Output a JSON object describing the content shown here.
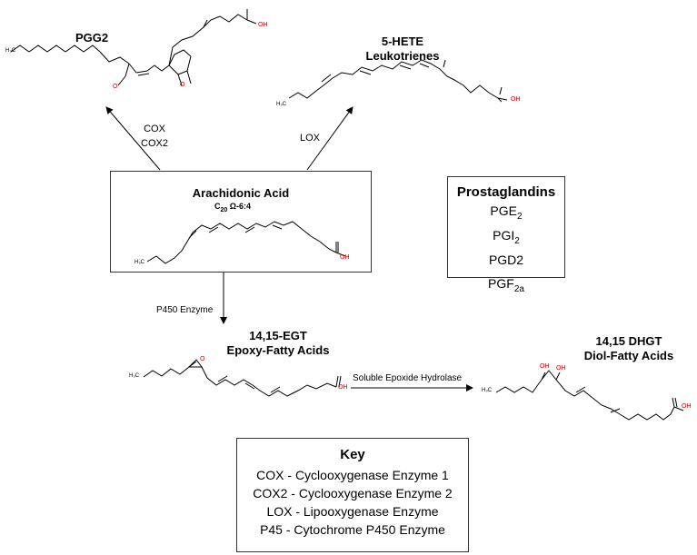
{
  "compounds": {
    "pgg2": {
      "name": "PGG2"
    },
    "hete": {
      "line1": "5-HETE",
      "line2": "Leukotrienes"
    },
    "aa": {
      "name": "Arachidonic Acid",
      "formula_c": "C",
      "formula_sub": "20",
      "formula_rest": " Ω-6:4"
    },
    "egt": {
      "line1": "14,15-EGT",
      "line2": "Epoxy-Fatty Acids"
    },
    "dhgt": {
      "line1": "14,15 DHGT",
      "line2": "Diol-Fatty Acids"
    }
  },
  "atoms": {
    "oh": "OH",
    "o": "O",
    "h3c": "H₃C"
  },
  "enzymes": {
    "cox_1": "COX",
    "cox_2": "COX2",
    "lox": "LOX",
    "p450": "P450 Enzyme",
    "seh": "Soluble Epoxide Hydrolase"
  },
  "prostaglandins": {
    "title": "Prostaglandins",
    "items": [
      {
        "base": "PGE",
        "sub": "2"
      },
      {
        "base": "PGI",
        "sub": "2"
      },
      {
        "base": "PGD2",
        "sub": ""
      },
      {
        "base": "PGF",
        "sub": "2a"
      }
    ]
  },
  "key": {
    "title": "Key",
    "items": [
      "COX - Cyclooxygenase Enzyme 1",
      "COX2 - Cyclooxygenase Enzyme 2",
      "LOX - Lipooxygenase Enzyme",
      "P45 - Cytochrome P450 Enzyme"
    ]
  },
  "colors": {
    "heteroatom": "#cc0000",
    "bond": "#000000",
    "box_border": "#333333"
  }
}
